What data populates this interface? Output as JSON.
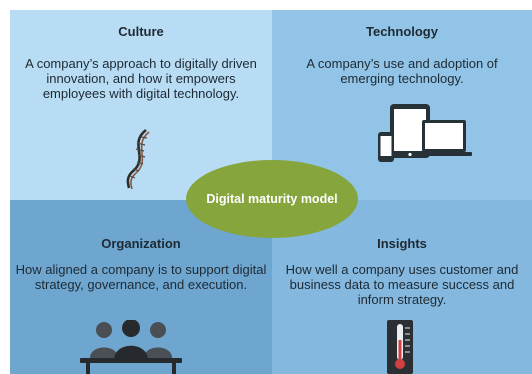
{
  "diagram": {
    "center": {
      "label": "Digital maturity model",
      "color": "#86a53c"
    },
    "quadrants": {
      "culture": {
        "title": "Culture",
        "description": "A company’s approach to digitally driven innovation, and how it empowers employees with digital technology.",
        "color": "#b7dcf4",
        "icon": "dna-icon"
      },
      "technology": {
        "title": "Technology",
        "description": "A company’s use and adoption of emerging technology.",
        "color": "#91c4e6",
        "icon": "devices-icon"
      },
      "organization": {
        "title": "Organization",
        "description": "How aligned a company is to support digital strategy, governance, and execution.",
        "color": "#6ea6d0",
        "icon": "people-icon"
      },
      "insights": {
        "title": "Insights",
        "description": "How well a company uses customer and business data to measure success and inform strategy.",
        "color": "#84b8df",
        "icon": "thermometer-icon"
      }
    }
  }
}
